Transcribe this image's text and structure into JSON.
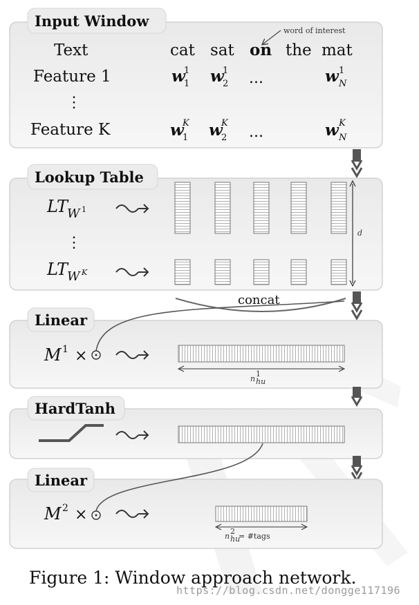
{
  "input_window": {
    "title": "Input Window",
    "annotation": "word of interest",
    "row_labels": {
      "text": "Text",
      "feature_1": "Feature 1",
      "vdots": "⋮",
      "feature_k": "Feature K"
    },
    "words": [
      "cat",
      "sat",
      "on",
      "the",
      "mat"
    ],
    "feature1_cells": {
      "c1_base": "w",
      "c1_sup": "1",
      "c1_sub": "1",
      "c2_base": "w",
      "c2_sup": "1",
      "c2_sub": "2",
      "dots": "...",
      "cN_base": "w",
      "cN_sup": "1",
      "cN_sub": "N"
    },
    "featurek_cells": {
      "c1_base": "w",
      "c1_sup": "K",
      "c1_sub": "1",
      "c2_base": "w",
      "c2_sup": "K",
      "c2_sub": "2",
      "dots": "...",
      "cN_base": "w",
      "cN_sup": "K",
      "cN_sub": "N"
    }
  },
  "lookup_table": {
    "title": "Lookup Table",
    "lt1_base": "LT",
    "lt1_sub": "W",
    "lt1_subsup": "1",
    "vdots": "⋮",
    "ltk_base": "LT",
    "ltk_sub": "W",
    "ltk_subsup": "K",
    "dim_label": "d",
    "concat_label": "concat"
  },
  "linear1": {
    "title": "Linear",
    "m_base": "M",
    "m_sup": "1",
    "times": "×",
    "dim_base": "n",
    "dim_sup": "1",
    "dim_sub": "hu"
  },
  "hardtanh": {
    "title": "HardTanh"
  },
  "linear2": {
    "title": "Linear",
    "m_base": "M",
    "m_sup": "2",
    "times": "×",
    "dim_base": "n",
    "dim_sup": "2",
    "dim_sub": "hu",
    "dim_rest": " = #tags"
  },
  "caption": "Figure 1:   Window approach network.",
  "watermark": "https://blog.csdn.net/dongge117196",
  "colors": {
    "panel_fill": "#f3f3f3",
    "panel_stroke": "#d2d2d2",
    "tab_fill": "#ececec",
    "arrow": "#555555"
  }
}
